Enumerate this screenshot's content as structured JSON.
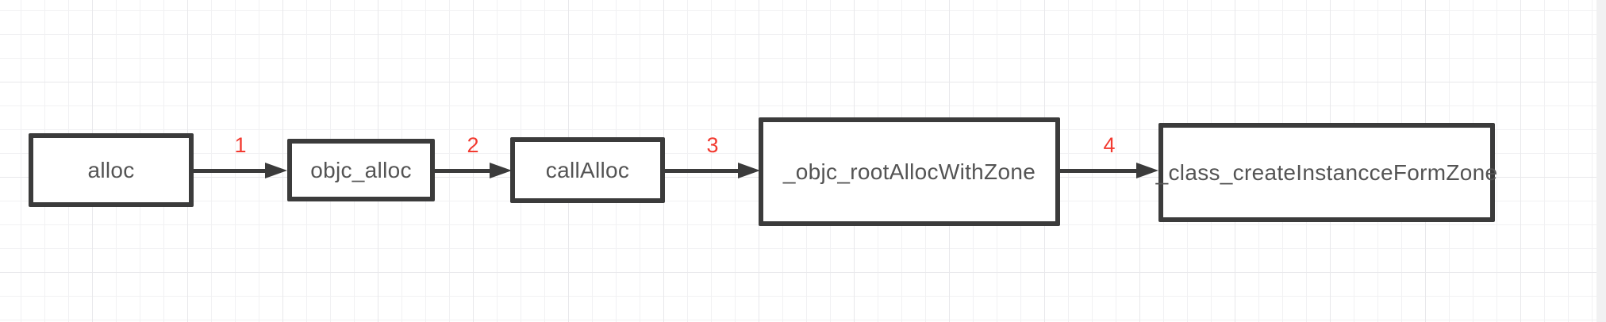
{
  "diagram": {
    "type": "flowchart",
    "description": "Objective-C alloc call flow",
    "nodes": [
      {
        "id": "n1",
        "label": "alloc"
      },
      {
        "id": "n2",
        "label": "objc_alloc"
      },
      {
        "id": "n3",
        "label": "callAlloc"
      },
      {
        "id": "n4",
        "label": "_objc_rootAllocWithZone"
      },
      {
        "id": "n5",
        "label": "_class_createInstancceFormZone"
      }
    ],
    "edges": [
      {
        "from": "n1",
        "to": "n2",
        "label": "1"
      },
      {
        "from": "n2",
        "to": "n3",
        "label": "2"
      },
      {
        "from": "n3",
        "to": "n4",
        "label": "3"
      },
      {
        "from": "n4",
        "to": "n5",
        "label": "4"
      }
    ],
    "colors": {
      "node_border": "#3b3b3b",
      "node_fill": "#ffffff",
      "node_text": "#545454",
      "edge": "#3b3b3b",
      "edge_label": "#f23a30",
      "background": "#ffffff",
      "grid_minor": "#f1f1f3",
      "grid_major": "#e8e8eb"
    }
  }
}
